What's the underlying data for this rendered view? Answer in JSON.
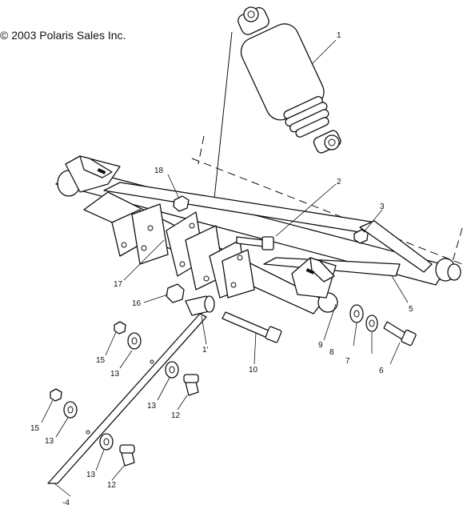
{
  "copyright": "© 2003 Polaris Sales Inc.",
  "callouts": [
    {
      "id": "1",
      "text": "1"
    },
    {
      "id": "2",
      "text": "2"
    },
    {
      "id": "3",
      "text": "3"
    },
    {
      "id": "4",
      "text": "-4"
    },
    {
      "id": "5",
      "text": "5"
    },
    {
      "id": "6",
      "text": "6"
    },
    {
      "id": "7",
      "text": "7"
    },
    {
      "id": "8",
      "text": "8"
    },
    {
      "id": "9",
      "text": "9"
    },
    {
      "id": "10",
      "text": "10"
    },
    {
      "id": "11",
      "text": "1'"
    },
    {
      "id": "12a",
      "text": "12"
    },
    {
      "id": "12b",
      "text": "12"
    },
    {
      "id": "13a",
      "text": "13"
    },
    {
      "id": "13b",
      "text": "13"
    },
    {
      "id": "13c",
      "text": "13"
    },
    {
      "id": "13d",
      "text": "13"
    },
    {
      "id": "15a",
      "text": "15"
    },
    {
      "id": "15b",
      "text": "15"
    },
    {
      "id": "16",
      "text": "16"
    },
    {
      "id": "17",
      "text": "17"
    },
    {
      "id": "18",
      "text": "18"
    }
  ]
}
